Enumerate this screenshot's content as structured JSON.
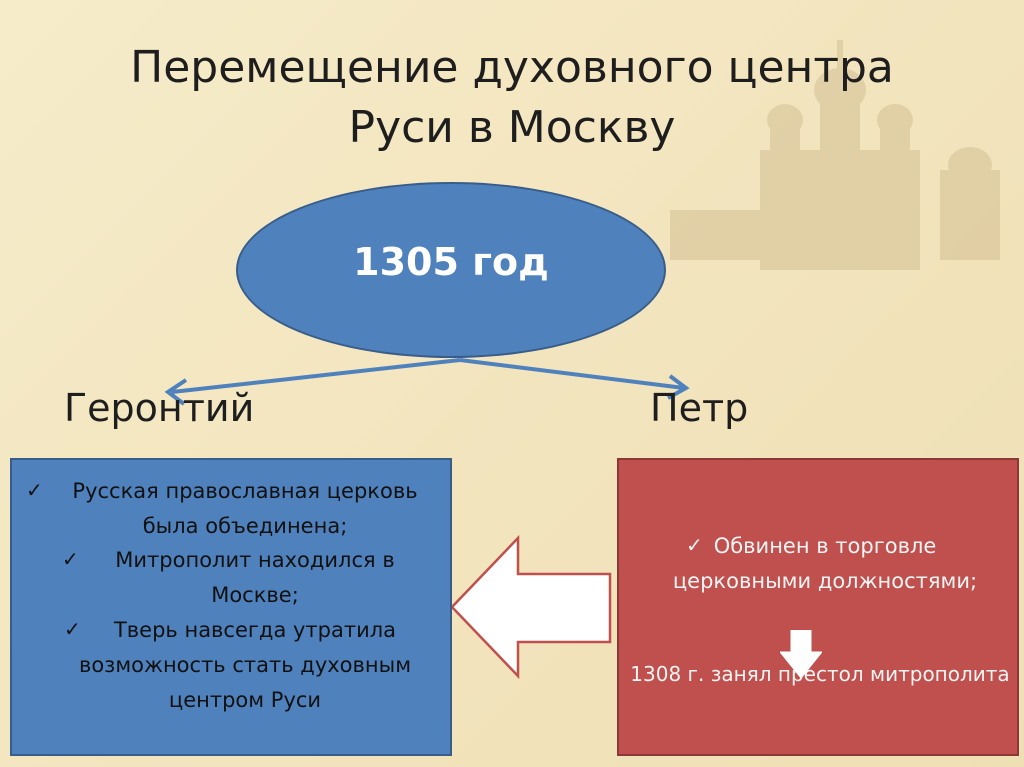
{
  "slide": {
    "title_line1": "Перемещение духовного центра",
    "title_line2": "Руси в Москву",
    "event_label": "1305 год",
    "left_name": "Геронтий",
    "right_name": "Петр",
    "left_box": {
      "check_icon": "checkmark-icon",
      "item1_line1": "Русская православная церковь",
      "item1_line2": "была объединена;",
      "item2_line1": "Митрополит находился в",
      "item2_line2": "Москве;",
      "item3_line1": "Тверь навсегда утратила",
      "item3_line2": "возможность стать духовным",
      "item3_line3": "центром Руси"
    },
    "right_box": {
      "item1_line1": "Обвинен в торговле",
      "item1_line2": "церковными должностями;",
      "result": "1308 г. занял престол митрополита"
    },
    "colors": {
      "blue": "#4f81bd",
      "red": "#c0504d",
      "background": "#f3e8c4"
    }
  }
}
